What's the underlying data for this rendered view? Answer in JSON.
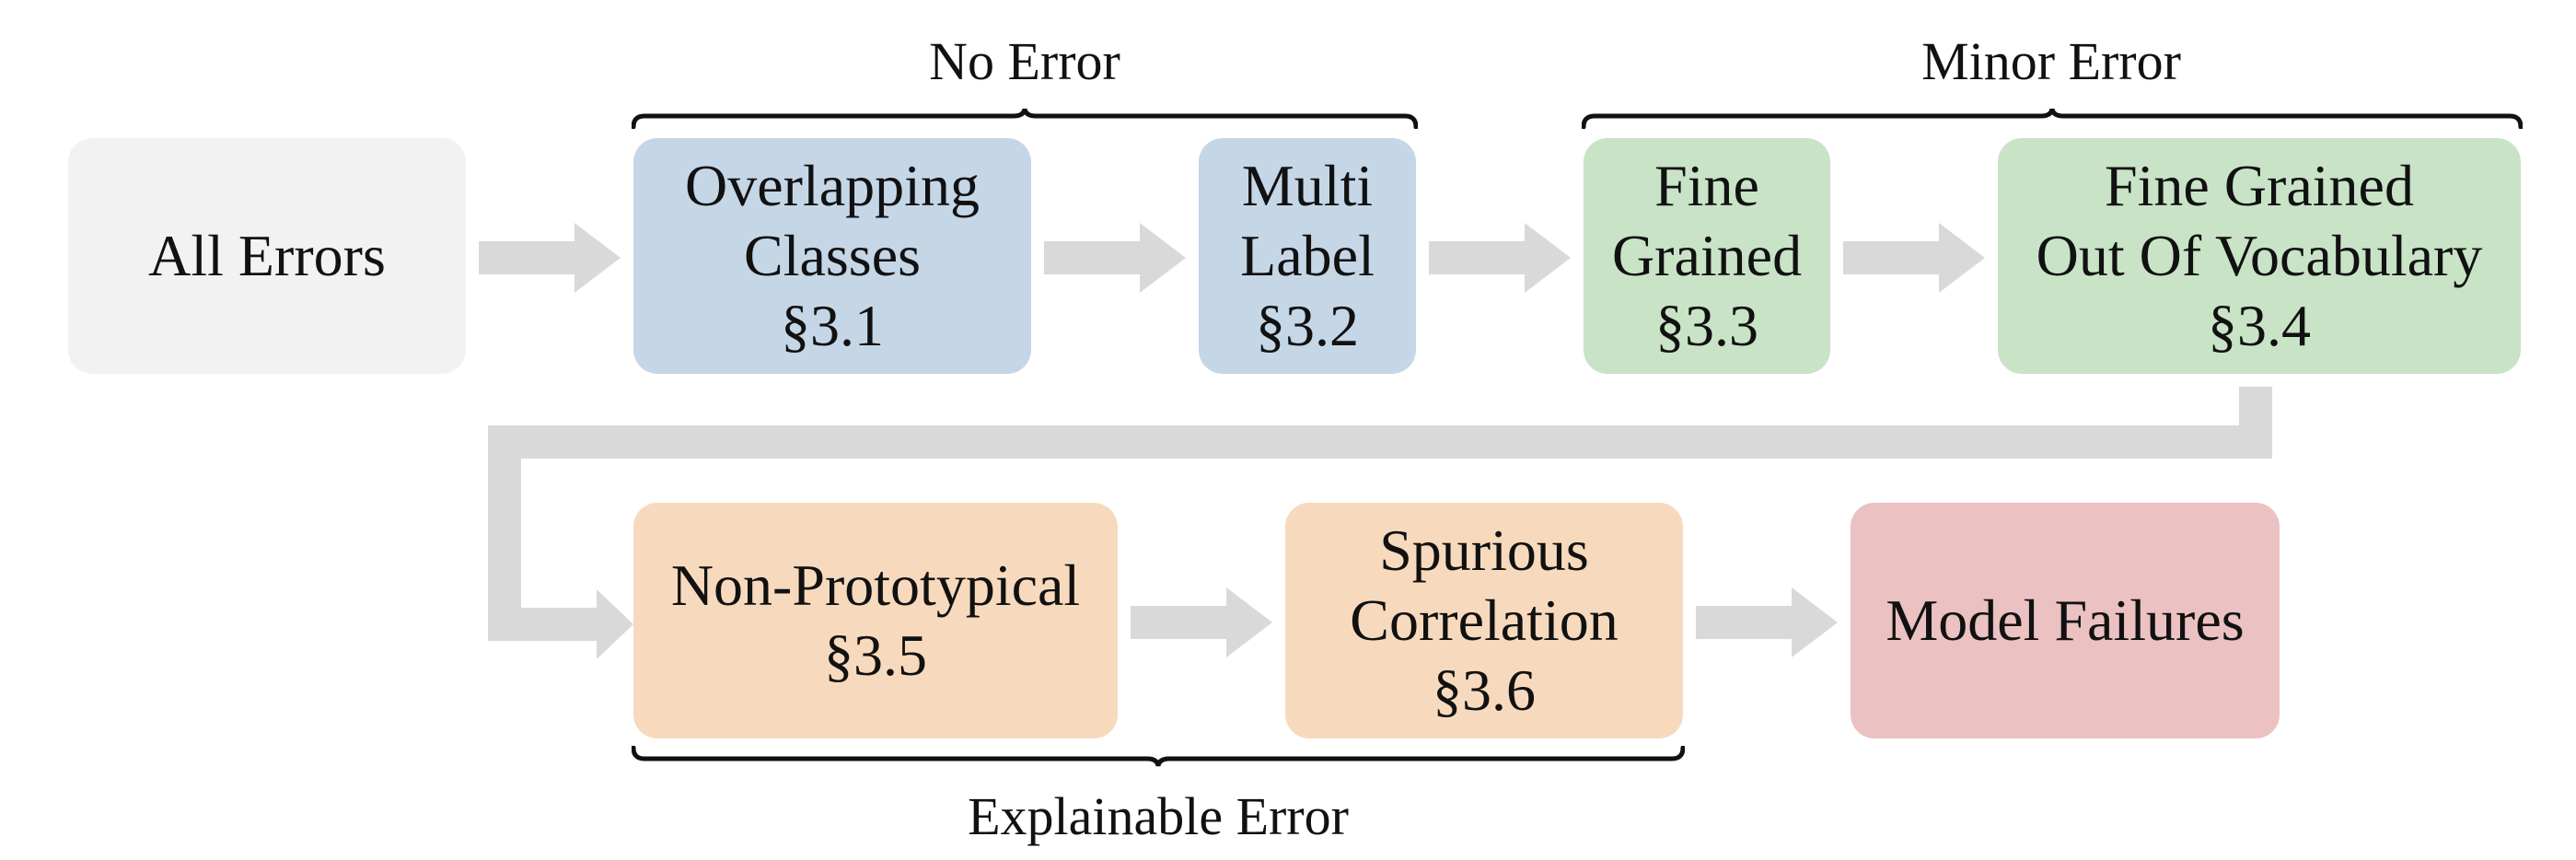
{
  "groups": {
    "no_error": "No Error",
    "minor_error": "Minor Error",
    "explainable_error": "Explainable Error"
  },
  "nodes": {
    "all_errors": {
      "lines": [
        "All Errors"
      ]
    },
    "overlapping_classes": {
      "lines": [
        "Overlapping",
        "Classes",
        "§3.1"
      ]
    },
    "multi_label": {
      "lines": [
        "Multi",
        "Label",
        "§3.2"
      ]
    },
    "fine_grained": {
      "lines": [
        "Fine",
        "Grained",
        "§3.3"
      ]
    },
    "fine_grained_oov": {
      "lines": [
        "Fine Grained",
        "Out Of Vocabulary",
        "§3.4"
      ]
    },
    "non_prototypical": {
      "lines": [
        "Non-Prototypical",
        "§3.5"
      ]
    },
    "spurious_correlation": {
      "lines": [
        "Spurious",
        "Correlation",
        "§3.6"
      ]
    },
    "model_failures": {
      "lines": [
        "Model Failures"
      ]
    }
  },
  "colors": {
    "gray": "#f2f2f2",
    "blue": "#c5d6e7",
    "green": "#c9e3c7",
    "orange": "#f7dabd",
    "red": "#ebc1c2",
    "arrow": "#d9d9d9",
    "brace": "#111111"
  }
}
